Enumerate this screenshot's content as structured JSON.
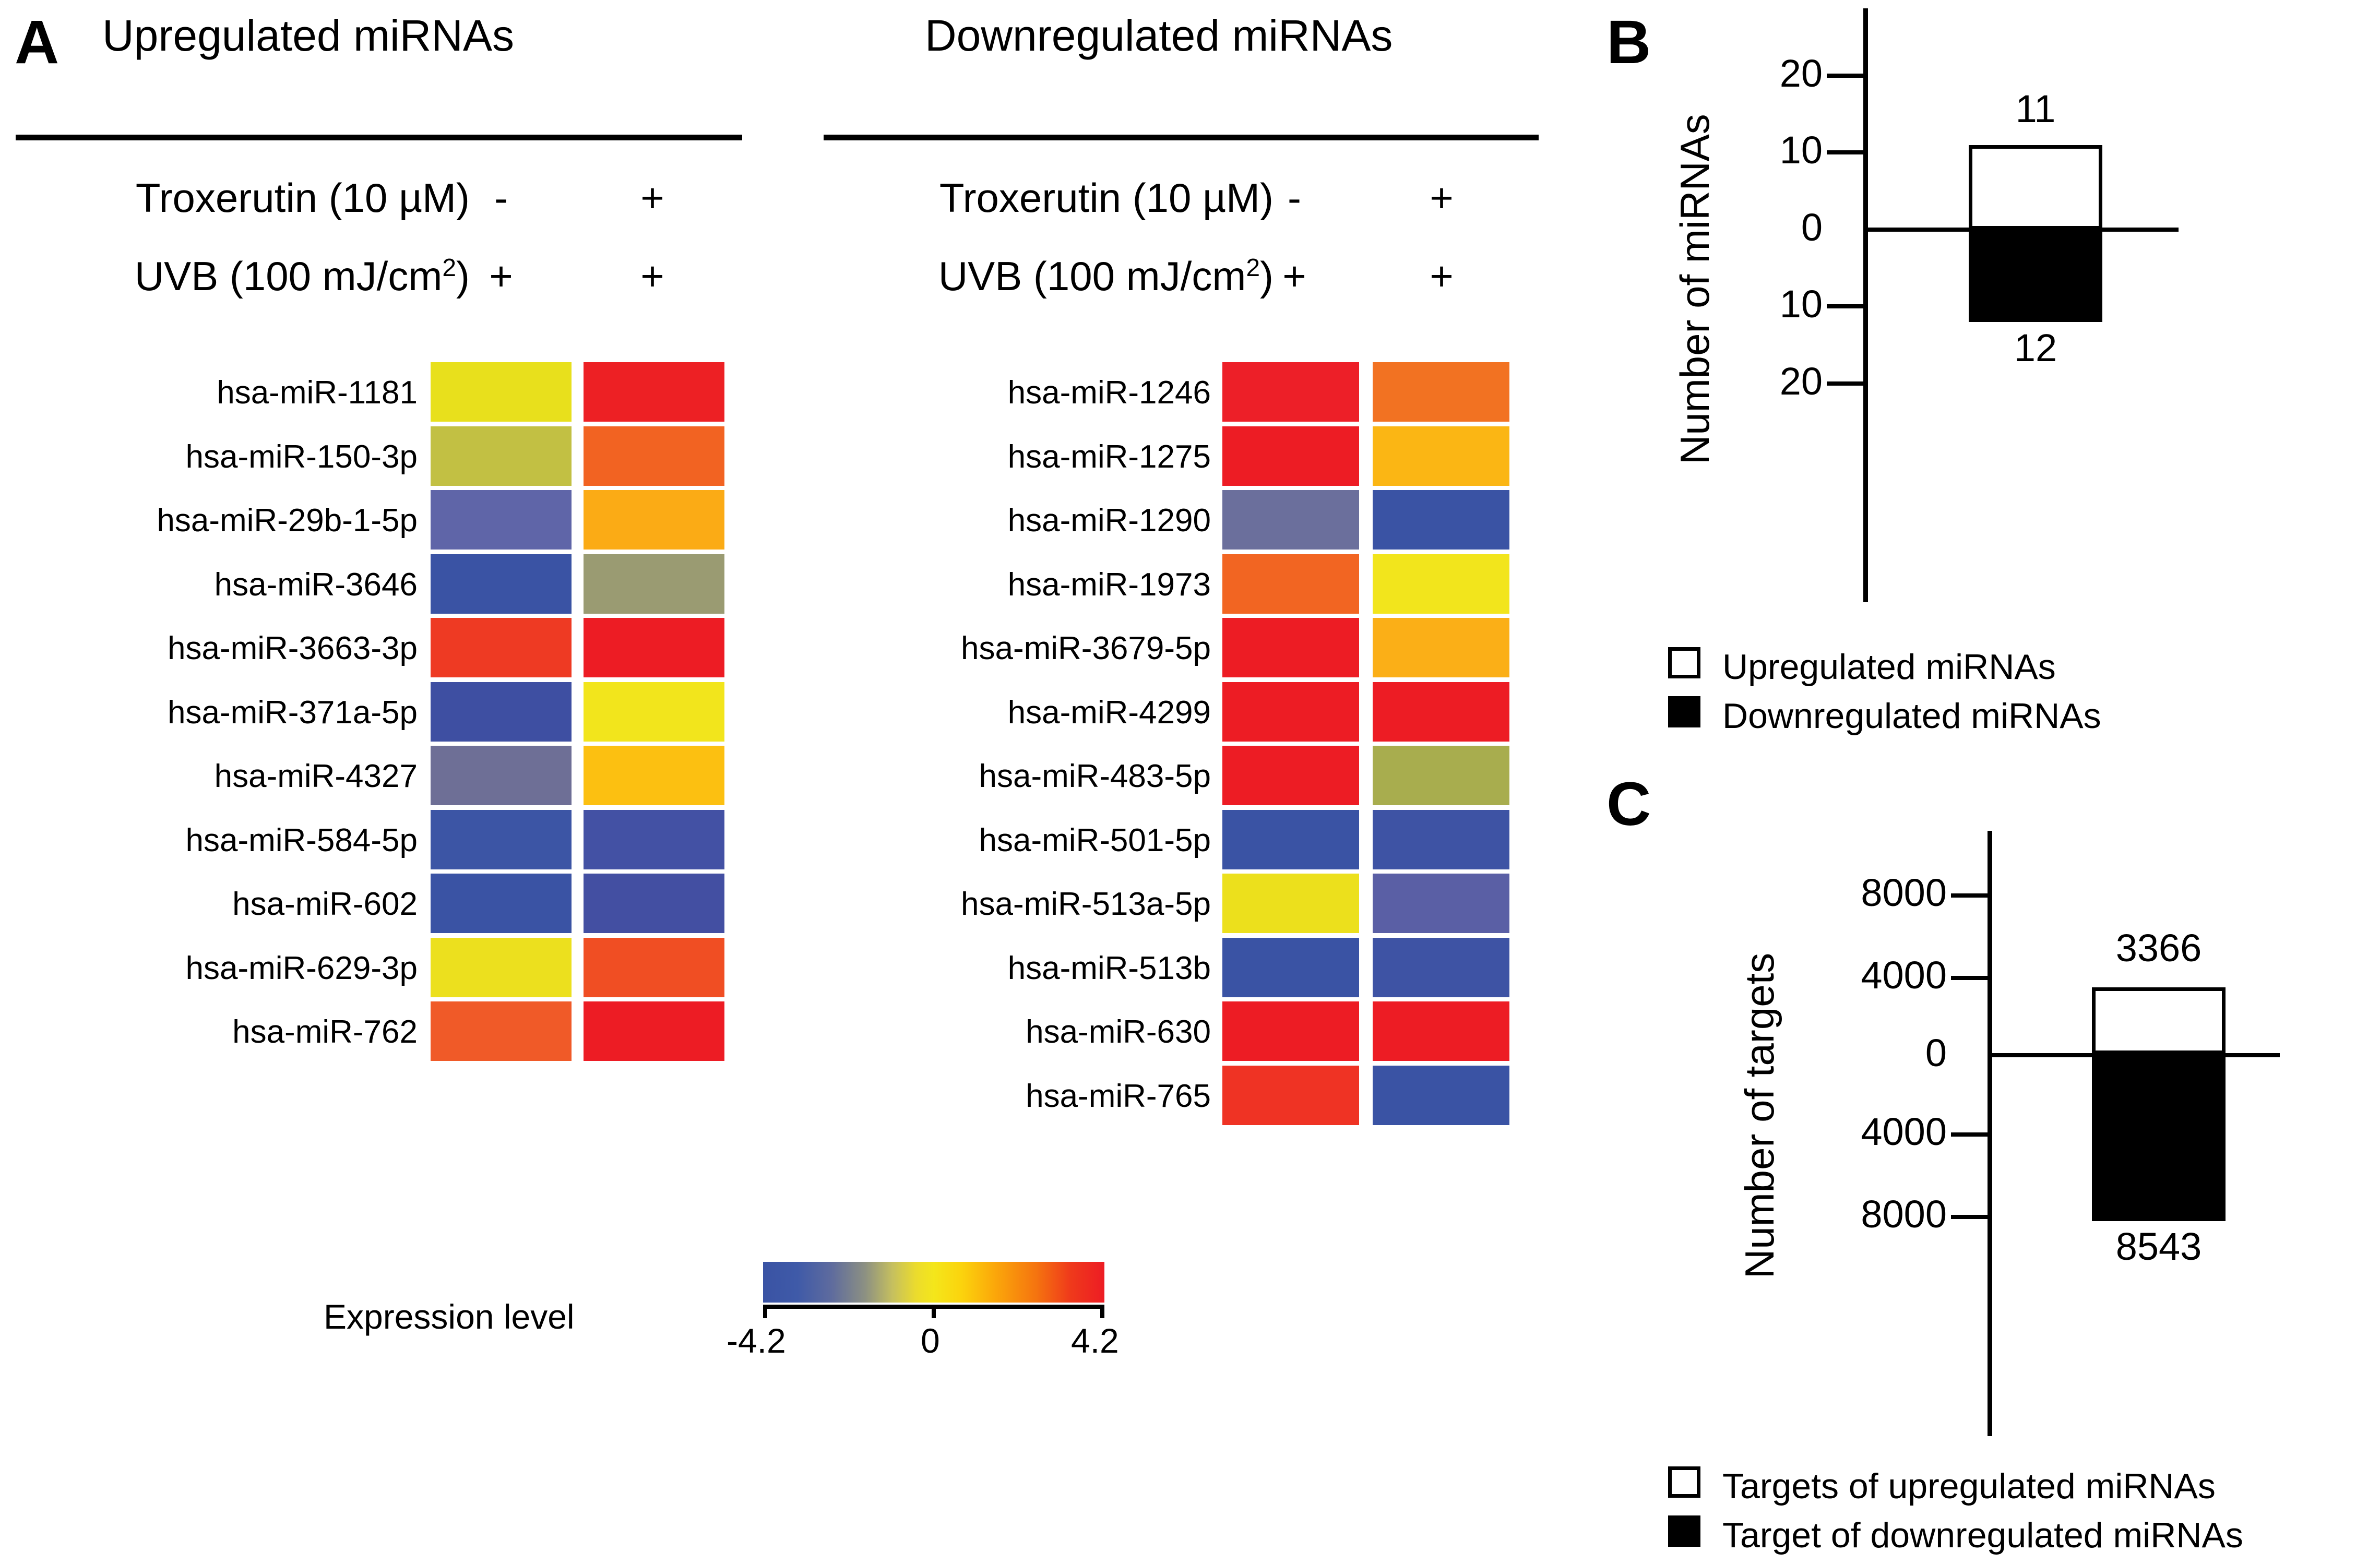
{
  "panels": {
    "a": {
      "letter": "A",
      "up_title": "Upregulated miRNAs",
      "down_title": "Downregulated miRNAs",
      "conditions": [
        {
          "label": "Troxerutin (10 µM)",
          "col1": "-",
          "col2": "+"
        },
        {
          "label": "UVB (100 mJ/cm",
          "sup": "2",
          "label_end": ")",
          "col1": "+",
          "col2": "+"
        }
      ],
      "legend": {
        "title": "Expression level",
        "min": "-4.2",
        "mid": "0",
        "max": "4.2"
      }
    },
    "b": {
      "letter": "B",
      "ylabel": "Number of miRNAs",
      "ticks": [
        "20",
        "10",
        "0",
        "10",
        "20"
      ],
      "value_up": "11",
      "value_down": "12",
      "legend": [
        {
          "label": "Upregulated miRNAs",
          "fill": "open"
        },
        {
          "label": "Downregulated miRNAs",
          "fill": "solid"
        }
      ]
    },
    "c": {
      "letter": "C",
      "ylabel": "Number of targets",
      "ticks": [
        "8000",
        "4000",
        "0",
        "4000",
        "8000"
      ],
      "value_up": "3366",
      "value_down": "8543",
      "legend": [
        {
          "label": "Targets of upregulated miRNAs",
          "fill": "open"
        },
        {
          "label": "Target of downregulated miRNAs",
          "fill": "solid"
        }
      ]
    }
  },
  "chart_data": [
    {
      "type": "heatmap",
      "title": "Upregulated miRNAs",
      "columns": [
        "Troxerutin - / UVB +",
        "Troxerutin + / UVB +"
      ],
      "rows": [
        "hsa-miR-1181",
        "hsa-miR-150-3p",
        "hsa-miR-29b-1-5p",
        "hsa-miR-3646",
        "hsa-miR-3663-3p",
        "hsa-miR-371a-5p",
        "hsa-miR-4327",
        "hsa-miR-584-5p",
        "hsa-miR-602",
        "hsa-miR-629-3p",
        "hsa-miR-762"
      ],
      "colors": [
        [
          "#e8e01c",
          "#ed2024"
        ],
        [
          "#c2c043",
          "#f26322"
        ],
        [
          "#5f65a8",
          "#fbab15"
        ],
        [
          "#3a53a4",
          "#9a9b72"
        ],
        [
          "#ee3a23",
          "#ed1c24"
        ],
        [
          "#3e4fa2",
          "#f2e51c"
        ],
        [
          "#6e6f96",
          "#fcc011"
        ],
        [
          "#3c55a5",
          "#4351a4"
        ],
        [
          "#3a53a4",
          "#434fa2"
        ],
        [
          "#ece01e",
          "#f04e23"
        ],
        [
          "#f05a28",
          "#ed1c24"
        ]
      ],
      "zlabel": "Expression level",
      "zlim": [
        -4.2,
        4.2
      ]
    },
    {
      "type": "heatmap",
      "title": "Downregulated miRNAs",
      "columns": [
        "Troxerutin - / UVB +",
        "Troxerutin + / UVB +"
      ],
      "rows": [
        "hsa-miR-1246",
        "hsa-miR-1275",
        "hsa-miR-1290",
        "hsa-miR-1973",
        "hsa-miR-3679-5p",
        "hsa-miR-4299",
        "hsa-miR-483-5p",
        "hsa-miR-501-5p",
        "hsa-miR-513a-5p",
        "hsa-miR-513b",
        "hsa-miR-630",
        "hsa-miR-765"
      ],
      "colors": [
        [
          "#ed1f28",
          "#f27222"
        ],
        [
          "#ed1c24",
          "#fbb614"
        ],
        [
          "#6b6f9c",
          "#3a53a4"
        ],
        [
          "#f26522",
          "#f2e51c"
        ],
        [
          "#ed1c24",
          "#fbaf17"
        ],
        [
          "#ed1c24",
          "#ed1c24"
        ],
        [
          "#ed1c24",
          "#a8ad4e"
        ],
        [
          "#3a53a4",
          "#3e53a4"
        ],
        [
          "#ece01c",
          "#5a5fa5"
        ],
        [
          "#3a53a4",
          "#3e53a4"
        ],
        [
          "#ed1c24",
          "#ed1c24"
        ],
        [
          "#ef3324",
          "#3a53a4"
        ]
      ],
      "zlabel": "Expression level",
      "zlim": [
        -4.2,
        4.2
      ]
    },
    {
      "type": "bar",
      "title": "Number of miRNAs",
      "categories": [
        "Upregulated miRNAs",
        "Downregulated miRNAs"
      ],
      "values": [
        11,
        -12
      ],
      "ylabel": "Number of miRNAs",
      "xlabel": "",
      "ylim": [
        -25,
        25
      ],
      "yticks": [
        20,
        10,
        0,
        -10,
        -20
      ],
      "yticklabels": [
        "20",
        "10",
        "0",
        "10",
        "20"
      ],
      "grid": false,
      "legend_position": "below"
    },
    {
      "type": "bar",
      "title": "Number of targets",
      "categories": [
        "Targets of upregulated miRNAs",
        "Target of downregulated miRNAs"
      ],
      "values": [
        3366,
        -8543
      ],
      "ylabel": "Number of targets",
      "xlabel": "",
      "ylim": [
        -10000,
        10000
      ],
      "yticks": [
        8000,
        4000,
        0,
        -4000,
        -8000
      ],
      "yticklabels": [
        "8000",
        "4000",
        "0",
        "4000",
        "8000"
      ],
      "grid": false,
      "legend_position": "below"
    }
  ]
}
